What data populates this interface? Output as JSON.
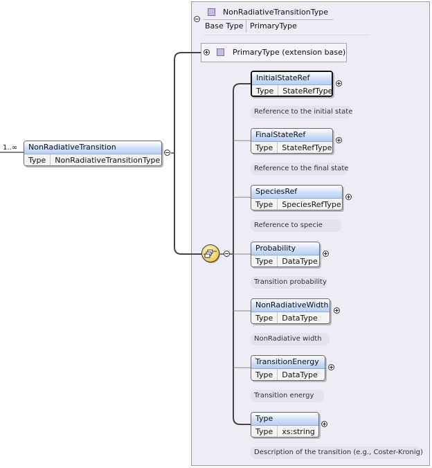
{
  "root_element": {
    "occurrence": "1..∞",
    "name": "NonRadiativeTransition",
    "type_key": "Type",
    "type_value": "NonRadiativeTransitionType"
  },
  "complex_type": {
    "name": "NonRadiativeTransitionType",
    "base_key": "Base Type",
    "base_value": "PrimaryType"
  },
  "extension": {
    "label": "PrimaryType (extension base)"
  },
  "children": [
    {
      "name": "InitialStateRef",
      "type_key": "Type",
      "type_value": "StateRefType",
      "doc": "Reference to the initial state"
    },
    {
      "name": "FinalStateRef",
      "type_key": "Type",
      "type_value": "StateRefType",
      "doc": "Reference to the final state"
    },
    {
      "name": "SpeciesRef",
      "type_key": "Type",
      "type_value": "SpeciesRefType",
      "doc": "Reference to specie"
    },
    {
      "name": "Probability",
      "type_key": "Type",
      "type_value": "DataType",
      "doc": "Transition probability"
    },
    {
      "name": "NonRadiativeWidth",
      "type_key": "Type",
      "type_value": "DataType",
      "doc": "NonRadiative width"
    },
    {
      "name": "TransitionEnergy",
      "type_key": "Type",
      "type_value": "DataType",
      "doc": "Transition energy"
    },
    {
      "name": "Type",
      "type_key": "Type",
      "type_value": "xs:string",
      "doc": "Description of the transition (e.g., Coster-Kronig)"
    }
  ],
  "colors": {
    "header_blue": "#cfe0fb",
    "container_bg": "#eeecf5",
    "annotation_bg": "#e4e2ed",
    "type_icon": "#cbb9e6",
    "compositor": "#f0d36e"
  },
  "icons": {
    "type_icon": "square-type-icon",
    "extension_icon": "square-type-icon",
    "compositor": "sequence-compositor-icon",
    "toggle_expand": "plus-circle-icon",
    "toggle_collapse": "minus-circle-icon"
  }
}
